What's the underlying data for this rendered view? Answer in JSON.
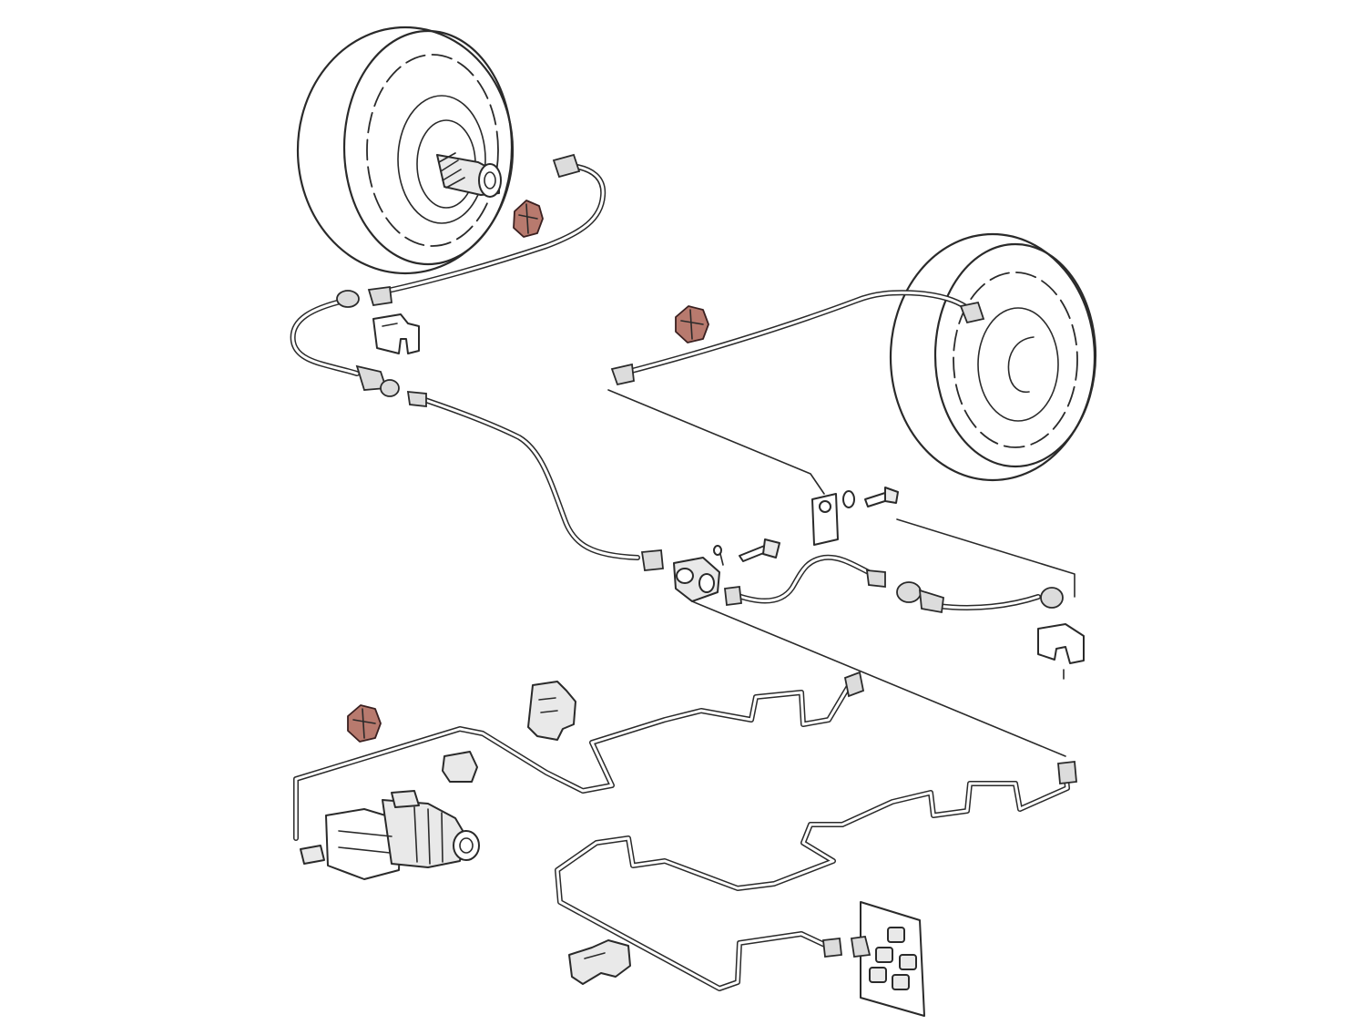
{
  "diagram": {
    "kind": "exploded brake line assembly",
    "labels": [],
    "colors": {
      "line": "#2a2a2a",
      "highlight_nut": "#b87a6e",
      "part_fill": "#e9e9e9",
      "background": "#ffffff"
    },
    "highlighted_parts": [
      "highlight-nut-front-left",
      "highlight-nut-front-right",
      "highlight-nut-master-cylinder"
    ]
  }
}
